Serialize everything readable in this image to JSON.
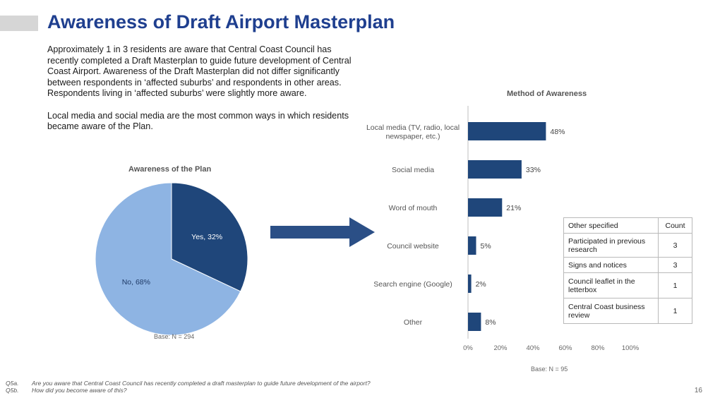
{
  "slide": {
    "title": "Awareness of Draft Airport Masterplan",
    "intro_paragraphs": [
      "Approximately 1 in 3 residents are aware that Central Coast Council has recently completed a Draft Masterplan to guide future development of Central Coast Airport.  Awareness of the Draft Masterplan did not differ significantly between respondents in ‘affected suburbs’ and respondents in other areas. Respondents living in ‘affected suburbs’ were slightly more aware.",
      "Local media and social media are the most common ways in which residents became aware of the Plan."
    ],
    "page_number": "16",
    "colors": {
      "title": "#1f3f8f",
      "dark_blue": "#1f467a",
      "light_blue": "#8eb4e3",
      "arrow": "#2b4f86"
    },
    "icons": [
      "right-arrow-icon"
    ]
  },
  "chart_data": [
    {
      "type": "pie",
      "title": "Awareness of the Plan",
      "slices": [
        {
          "label": "Yes",
          "value": 32,
          "display": "Yes, 32%",
          "color": "#1f467a"
        },
        {
          "label": "No",
          "value": 68,
          "display": "No, 68%",
          "color": "#8eb4e3"
        }
      ],
      "base": "Base: N = 294"
    },
    {
      "type": "bar",
      "orientation": "horizontal",
      "title": "Method of Awareness",
      "categories": [
        [
          "Local media (TV, radio, local",
          "newspaper, etc.)"
        ],
        [
          "Social media"
        ],
        [
          "Word of mouth"
        ],
        [
          "Council website"
        ],
        [
          "Search engine (Google)"
        ],
        [
          "Other"
        ]
      ],
      "values": [
        48,
        33,
        21,
        5,
        2,
        8
      ],
      "value_labels": [
        "48%",
        "33%",
        "21%",
        "5%",
        "2%",
        "8%"
      ],
      "xlim": [
        0,
        100
      ],
      "xticks": [
        "0%",
        "20%",
        "40%",
        "60%",
        "80%",
        "100%"
      ],
      "grid": false,
      "color": "#1f467a",
      "base": "Base: N = 95"
    }
  ],
  "other_specified_table": {
    "headers": [
      "Other specified",
      "Count"
    ],
    "rows": [
      {
        "item": "Participated in previous research",
        "count": "3"
      },
      {
        "item": "Signs and notices",
        "count": "3"
      },
      {
        "item": "Council leaflet in the letterbox",
        "count": "1"
      },
      {
        "item": "Central Coast business review",
        "count": "1"
      }
    ]
  },
  "footer": {
    "questions": [
      {
        "code": "Q5a.",
        "text": "Are you aware that Central Coast Council has recently completed a draft masterplan to guide future development of the airport?"
      },
      {
        "code": "Q5b.",
        "text": "How did you become aware of this?"
      }
    ]
  }
}
